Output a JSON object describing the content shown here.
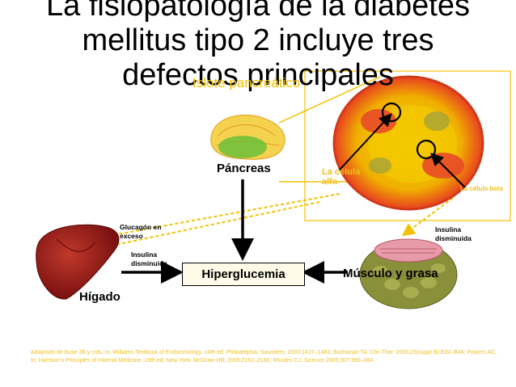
{
  "title": {
    "line1": "La fisiopatología de la diabetes",
    "line2": "mellitus tipo 2 incluye tres",
    "line3": "defectos principales",
    "overlay": "Islote pancreático"
  },
  "nodes": {
    "pancreas": "Páncreas",
    "hyperglycemia": "Hiperglucemia",
    "muscle_fat": "Músculo y grasa",
    "liver": "Hígado"
  },
  "labels": {
    "glucagon": [
      "Glucagón en",
      "exceso"
    ],
    "insulin_left": [
      "Insulina",
      "disminuida"
    ],
    "insulin_right": [
      "Insulina",
      "disminuida"
    ],
    "alpha_cell": [
      "La célula",
      "alfa"
    ],
    "beta_cell": "La célula beta"
  },
  "reference": "Adaptado de Buse JB y cols. In: Williams Textbook of Endocrinology. 10th ed. Philadelphia, Saunders; 2003:1427–1483; Buchanan TA. Clin Ther. 2003;25(suppl B):B32–B46; Powers AC. In: Harrison’s Principles of Internal Medicine. 16th ed. New York: McGraw-Hill; 2005:2152–2180; Rhodes CJ. Science 2005;307:380–384.",
  "colors": {
    "arrow_dashed": "#f2c100",
    "arrow_solid": "#000000",
    "caption_yellow": "#f0c020",
    "islet_frame": "#f2c100"
  },
  "icons": [
    "pancreas-organ",
    "pancreatic-islet",
    "liver-organ",
    "muscle-fat-tissue"
  ]
}
